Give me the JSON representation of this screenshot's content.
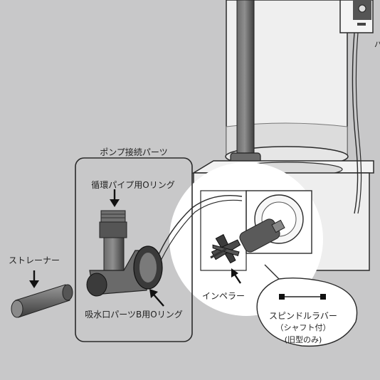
{
  "labels": {
    "pump_connection_parts": "ポンプ接続パーツ",
    "circulation_pipe_oring": "循環パイプ用Oリング",
    "strainer": "ストレーナー",
    "intake_parts_b_oring": "吸水口パーツB用Oリング",
    "impeller": "インペラー",
    "spindle_rubber": "スピンドルラバー",
    "with_shaft": "（シャフト付）",
    "old_model_only": "(旧型のみ)",
    "edge_char": "バ"
  },
  "colors": {
    "background": "#c8c8c9",
    "line": "#2a2a2a",
    "part_dark": "#555555",
    "highlight_circle": "#ffffff"
  }
}
